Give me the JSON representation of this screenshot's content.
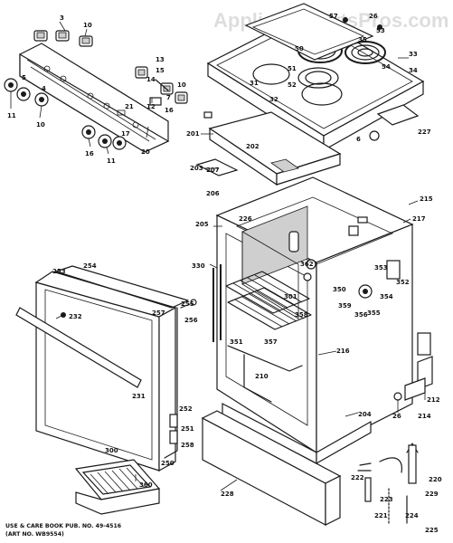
{
  "watermark": "AppliancePartsPros.com",
  "footer": {
    "line1": "USE & CARE BOOK PUB. NO. 49-4516",
    "line2": "(ART NO. WB9554)"
  },
  "callouts": {
    "n3": "3",
    "n4": "4",
    "n5": "5",
    "n6": "6",
    "n7": "7",
    "n10a": "10",
    "n10b": "10",
    "n11a": "11",
    "n11b": "11",
    "n12": "12",
    "n13": "13",
    "n14": "14",
    "n15": "15",
    "n16": "16",
    "n17": "17",
    "n20": "20",
    "n21": "21",
    "n26": "26",
    "n31": "31",
    "n32": "32",
    "n33": "33",
    "n34": "34",
    "n35": "35",
    "n50": "50",
    "n51": "51",
    "n52": "52",
    "n53": "53",
    "n54": "54",
    "n57": "57",
    "n201": "201",
    "n202": "202",
    "n203": "203",
    "n204": "204",
    "n205": "205",
    "n206": "206",
    "n207": "207",
    "n210": "210",
    "n212": "212",
    "n214": "214",
    "n215": "215",
    "n216": "216",
    "n217": "217",
    "n220": "220",
    "n221": "221",
    "n222": "222",
    "n223": "223",
    "n224": "224",
    "n225": "225",
    "n226": "226",
    "n227": "227",
    "n228": "228",
    "n229": "229",
    "n231": "231",
    "n232": "232",
    "n250": "250",
    "n251": "251",
    "n252": "252",
    "n253": "253",
    "n254": "254",
    "n255": "255",
    "n256": "256",
    "n257": "257",
    "n258": "258",
    "n300": "300",
    "n301": "301",
    "n330": "330",
    "n350": "350",
    "n351": "351",
    "n352": "352",
    "n353": "353",
    "n354": "354",
    "n355": "355",
    "n356": "356",
    "n357": "357",
    "n358": "358",
    "n359": "359",
    "n360": "360",
    "n362": "362"
  }
}
